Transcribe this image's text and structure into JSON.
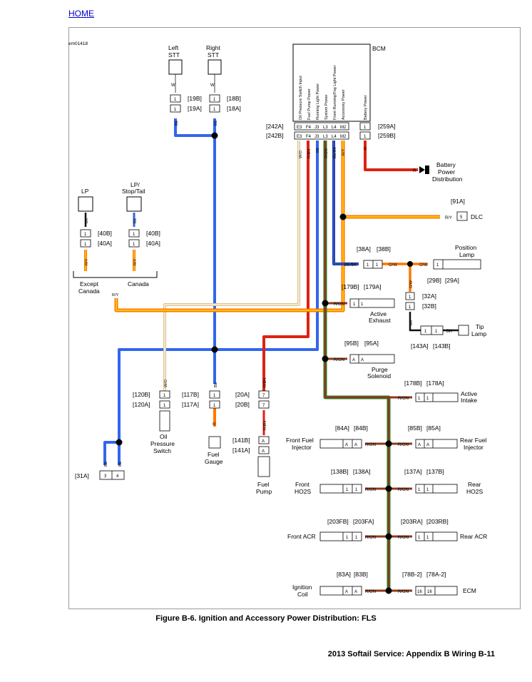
{
  "nav": {
    "home_link": "HOME"
  },
  "figure": {
    "id_code": "em01418",
    "caption": "Figure B-6. Ignition and Accessory Power Distribution: FLS",
    "footer": "2013 Softail Service:  Appendix B Wiring  B-11"
  },
  "bcm": {
    "title": "BCM",
    "pins_left": [
      "Oil Pressure Switch Input",
      "Fuel Pump Power",
      "Running Light Power",
      "System Power",
      "Front Running/Fog Light Power",
      "Accessory Power"
    ],
    "pin_battery": "Battery Power",
    "pin_codes": [
      "E3",
      "F4",
      "J3",
      "L3",
      "L4",
      "M2"
    ],
    "pin_battery_code": "1",
    "conn_a_left": "[242A]",
    "conn_b_left": "[242B]",
    "conn_a_right": "[259A]",
    "conn_b_right": "[259B]",
    "wire_colors": [
      "W/O",
      "R/BN",
      "BE",
      "R/GN",
      "BE/BK",
      "R/Y"
    ],
    "battery_wire": "R"
  },
  "stt": {
    "left_label": "Left\nSTT",
    "right_label": "Right\nSTT",
    "left_conn_b": "[19B]",
    "left_conn_a": "[19A]",
    "right_conn_b": "[18B]",
    "right_conn_a": "[18A]",
    "wire_top": "W",
    "wire_bottom": "BE",
    "pin": "1"
  },
  "battery_dist": {
    "label": "Battery\nPower\nDistribution",
    "wire": "R"
  },
  "dlc": {
    "label": "DLC",
    "conn": "[91A]",
    "pin": "5",
    "wire": "R/Y"
  },
  "lamps": {
    "lp_label": "LP",
    "lp_stop_label": "LP/\nStop/Tail",
    "conn_b": "[40B]",
    "conn_a": "[40A]",
    "wire_bk": "BK",
    "wire_be": "BE",
    "wire_ry": "R/Y",
    "except_canada": "Except\nCanada",
    "canada": "Canada"
  },
  "position_lamp": {
    "label": "Position\nLamp",
    "conn_left_a": "[38A]",
    "conn_left_b": "[38B]",
    "conn_right_b": "[29B]",
    "conn_right_a": "[29A]",
    "wire_in": "BE/BK",
    "wire_out": "O/W"
  },
  "ow_conn": {
    "conn_a": "[32A]",
    "conn_b": "[32B]",
    "wire": "O/W",
    "wire_bk": "BK"
  },
  "tip_lamp": {
    "label": "Tip\nLamp",
    "conn_a": "[143A]",
    "conn_b": "[143B]",
    "wire": "BK"
  },
  "active_exhaust": {
    "label": "Active\nExhaust",
    "conn_b": "[179B]",
    "conn_a": "[179A]",
    "wire": "R/GN"
  },
  "purge": {
    "label": "Purge\nSolenoid",
    "conn_b": "[95B]",
    "conn_a": "[95A]",
    "wire": "R/GN",
    "pin": "A"
  },
  "active_intake": {
    "label": "Active\nIntake",
    "conn_b": "[178B]",
    "conn_a": "[178A]",
    "wire": "R/GN"
  },
  "injectors": {
    "front_label": "Front Fuel\nInjector",
    "front_conn_a": "[84A]",
    "front_conn_b": "[84B]",
    "rear_label": "Rear Fuel\nInjector",
    "rear_conn_b": "[85B]",
    "rear_conn_a": "[85A]",
    "wire": "R/GN",
    "pin": "A"
  },
  "ho2s": {
    "front_label": "Front\nHO2S",
    "front_conn_b": "[138B]",
    "front_conn_a": "[138A]",
    "rear_label": "Rear\nHO2S",
    "rear_conn_a": "[137A]",
    "rear_conn_b": "[137B]",
    "wire": "R/GN"
  },
  "acr": {
    "front_label": "Front ACR",
    "front_conn_b": "[203FB]",
    "front_conn_a": "[203FA]",
    "rear_label": "Rear ACR",
    "rear_conn_a": "[203RA]",
    "rear_conn_b": "[203RB]",
    "wire": "R/GN"
  },
  "ignition": {
    "coil_label": "Ignition\nCoil",
    "coil_conn_a": "[83A]",
    "coil_conn_b": "[83B]",
    "wire": "R/GN",
    "pin": "A"
  },
  "ecm": {
    "label": "ECM",
    "conn_b": "[78B-2]",
    "conn_a": "[78A-2]",
    "pin": "16"
  },
  "oil_switch": {
    "label": "Oil\nPressure\nSwitch",
    "conn_b": "[120B]",
    "conn_a": "[120A]",
    "wire": "W/O"
  },
  "fuel_gauge": {
    "label": "Fuel\nGauge",
    "conn_b": "[117B]",
    "conn_a": "[117A]",
    "wire_be": "BE",
    "wire_o": "O"
  },
  "fuel_pump": {
    "label": "Fuel\nPump",
    "conn_a1": "[20A]",
    "conn_b1": "[20B]",
    "conn_b2": "[141B]",
    "conn_a2": "[141A]",
    "wire": "R/BN",
    "pin": "7",
    "pin2": "A"
  },
  "c31": {
    "conn": "[31A]",
    "pins": [
      "3",
      "4"
    ],
    "wire": "BE"
  },
  "colors": {
    "blue": "#3366ee",
    "red": "#dd2211",
    "orange": "#ff7700",
    "yellow": "#ffdd00",
    "brown": "#8b3a1a",
    "green": "#1b8c2a",
    "navy": "#223399",
    "tan": "#e8c89a"
  }
}
